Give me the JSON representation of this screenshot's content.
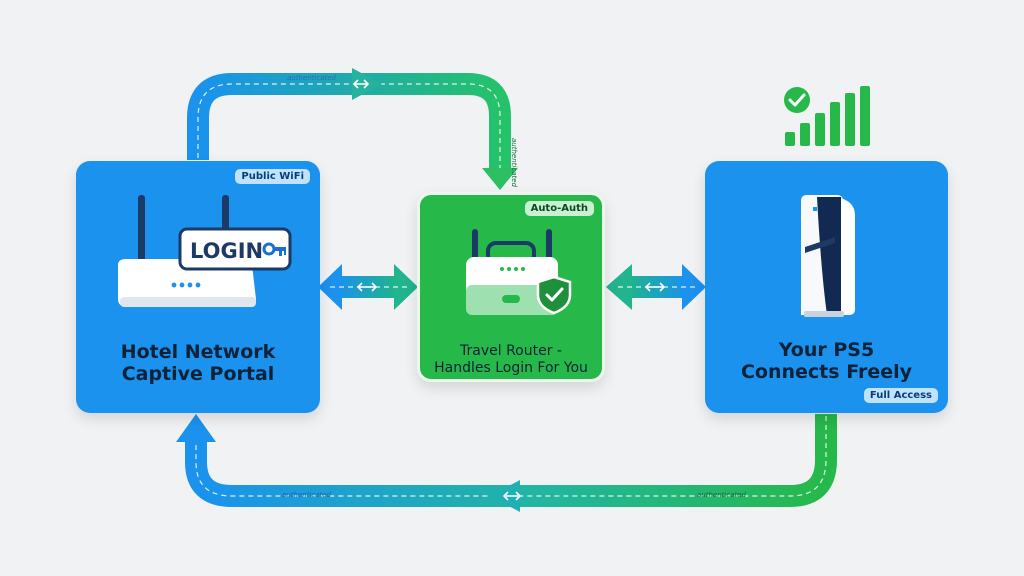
{
  "diagram": {
    "hotel": {
      "badge": "Public WiFi",
      "title_line1": "Hotel Network",
      "title_line2": "Captive Portal",
      "login_text": "LOGIN",
      "icons": [
        "wifi-router-icon",
        "key-icon"
      ]
    },
    "router": {
      "badge": "Auto-Auth",
      "title_line1": "Travel Router -",
      "title_line2": "Handles Login For You",
      "icons": [
        "travel-router-icon",
        "shield-check-icon"
      ]
    },
    "ps5": {
      "badge": "Full Access",
      "title_line1": "Your PS5",
      "title_line2": "Connects Freely",
      "icons": [
        "ps5-console-icon",
        "check-icon",
        "signal-bars-icon"
      ]
    },
    "connections": {
      "top_label": "authenticated",
      "vertical_label": "authenticated",
      "bottom_left_label": "authenticated",
      "bottom_right_label": "authenticated"
    },
    "colors": {
      "blue": "#1a92ee",
      "green": "#27b84a",
      "background": "#f1f2f4"
    }
  }
}
